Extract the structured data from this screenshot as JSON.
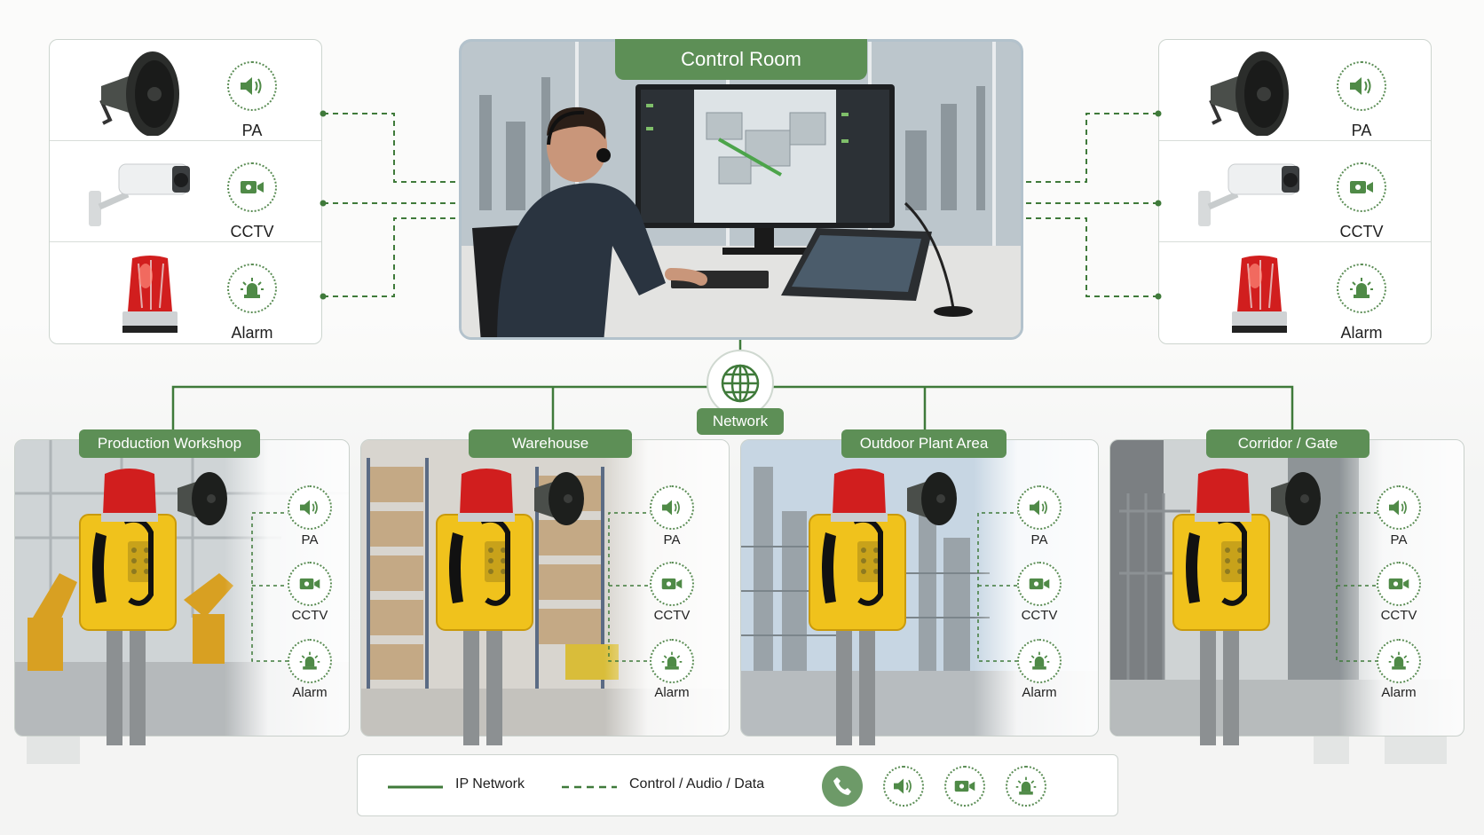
{
  "control_room": {
    "title": "Control Room"
  },
  "network": {
    "label": "Network"
  },
  "side_devices": [
    {
      "label": "PA",
      "icon": "speaker-icon"
    },
    {
      "label": "CCTV",
      "icon": "camera-icon"
    },
    {
      "label": "Alarm",
      "icon": "alarm-icon"
    }
  ],
  "areas": [
    {
      "title": "Production Workshop",
      "devices": [
        "PA",
        "CCTV",
        "Alarm"
      ]
    },
    {
      "title": "Warehouse",
      "devices": [
        "PA",
        "CCTV",
        "Alarm"
      ]
    },
    {
      "title": "Outdoor Plant Area",
      "devices": [
        "PA",
        "CCTV",
        "Alarm"
      ]
    },
    {
      "title": "Corridor / Gate",
      "devices": [
        "PA",
        "CCTV",
        "Alarm"
      ]
    }
  ],
  "legend": {
    "ip_network": "IP Network",
    "control": "Control / Audio / Data",
    "icons": [
      "phone-icon",
      "speaker-icon",
      "camera-icon",
      "alarm-icon"
    ]
  },
  "colors": {
    "green": "#5d8f56",
    "accent": "#4f8a47",
    "line": "#3f7a3a"
  }
}
